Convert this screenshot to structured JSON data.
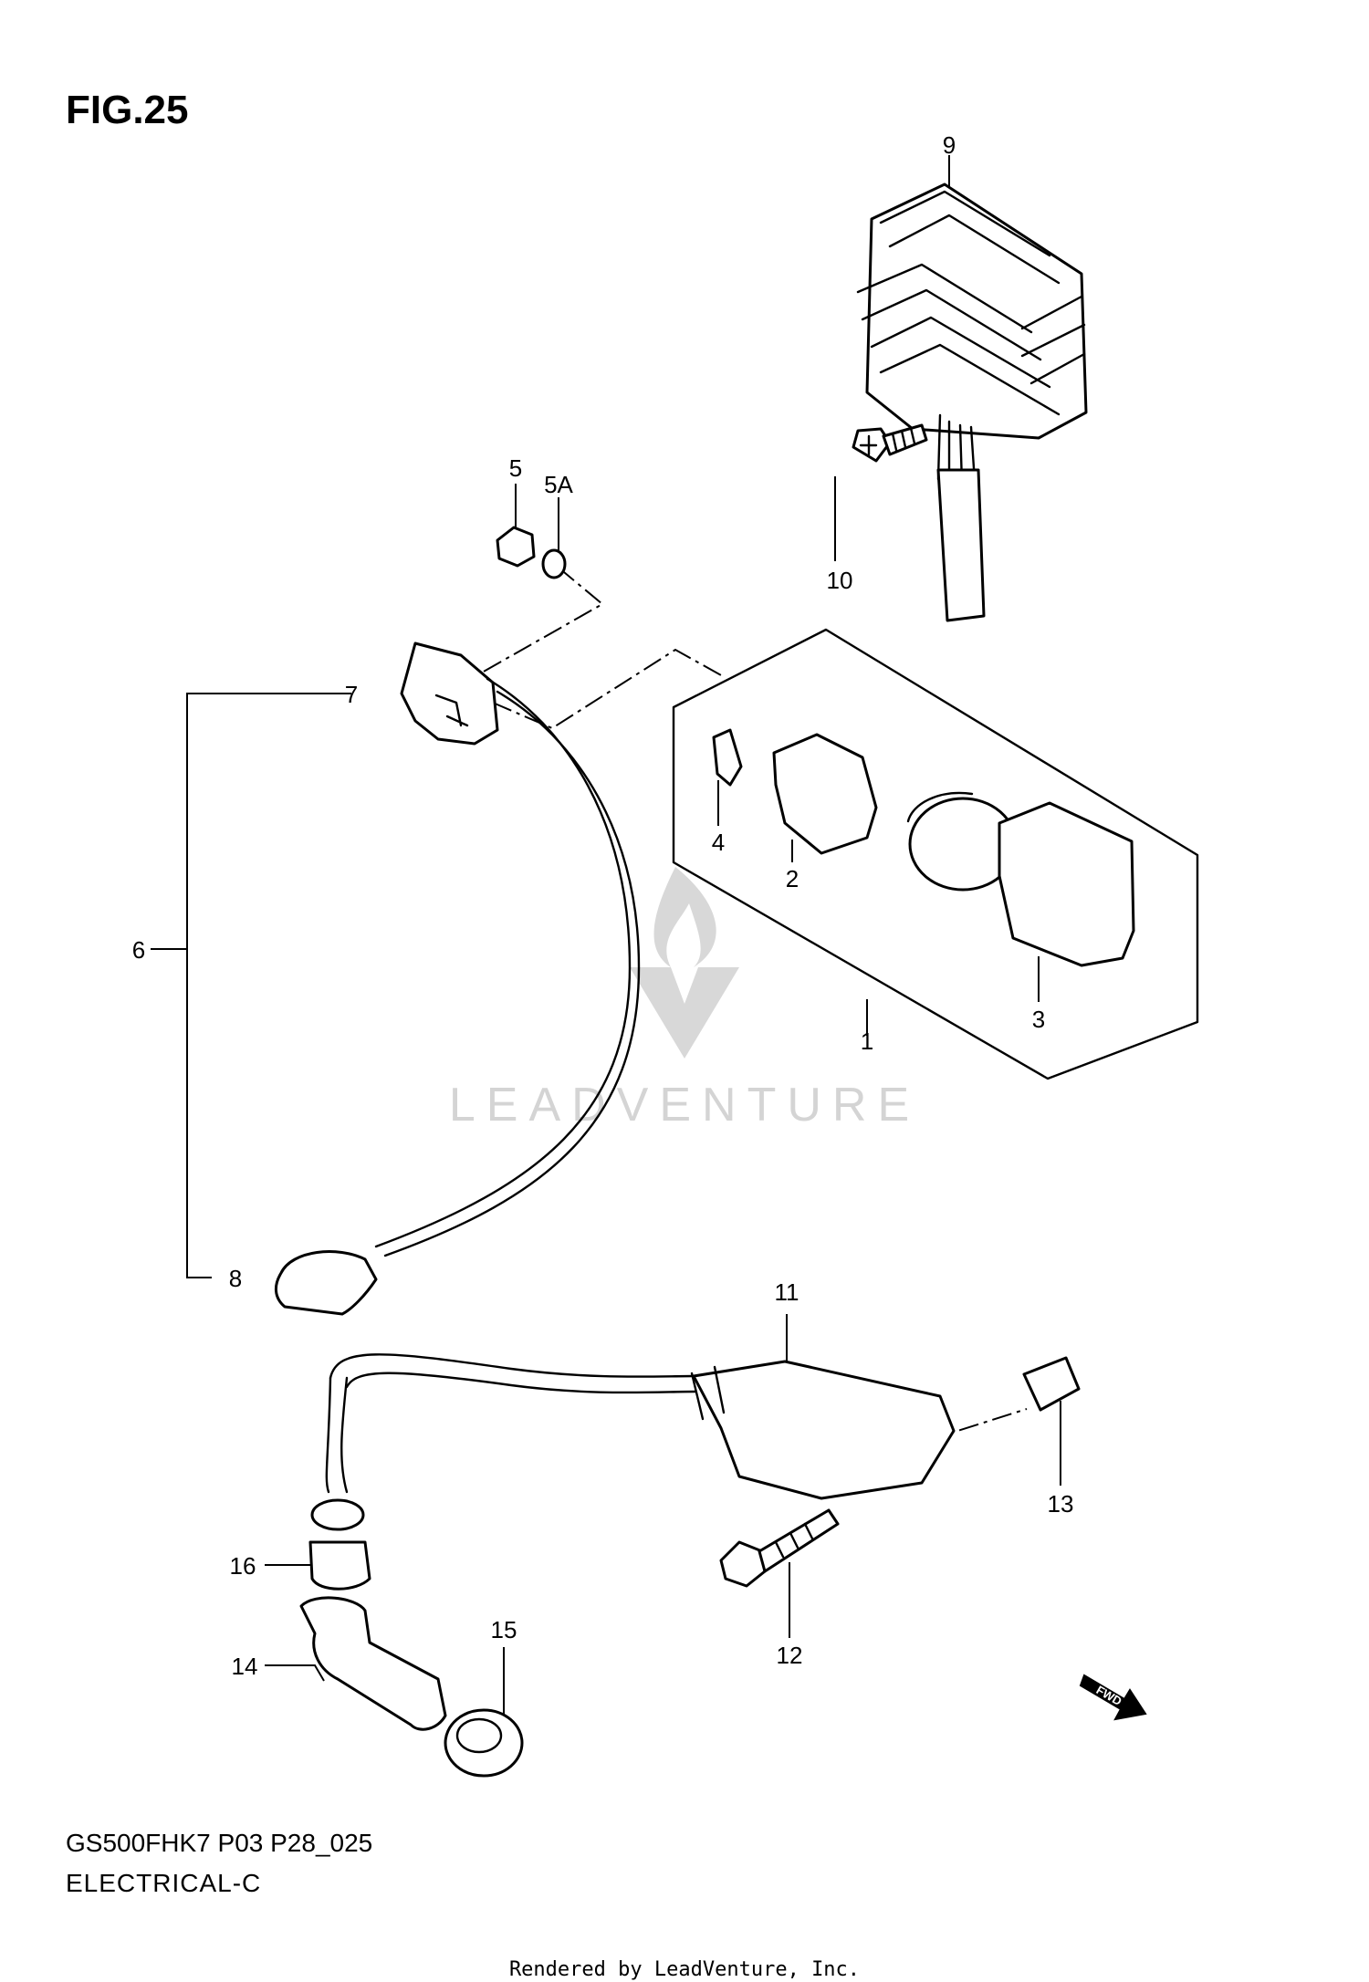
{
  "figure_title": "FIG.25",
  "watermark": "LEADVENTURE",
  "callouts": [
    "1",
    "2",
    "3",
    "4",
    "5",
    "5A",
    "6",
    "7",
    "8",
    "9",
    "10",
    "11",
    "12",
    "13",
    "14",
    "15",
    "16"
  ],
  "fwd_label": "FWD",
  "model_code": "GS500FHK7 P03 P28_025",
  "section_code": "ELECTRICAL-C",
  "credit": "Rendered by LeadVenture, Inc."
}
